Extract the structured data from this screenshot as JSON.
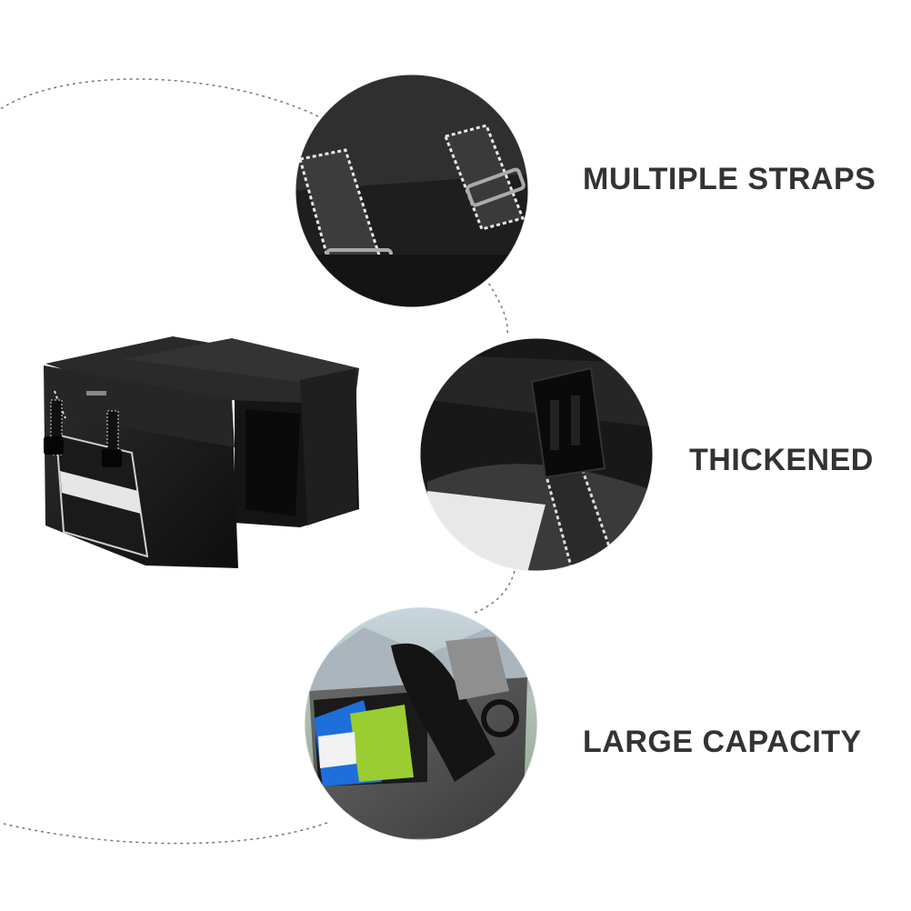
{
  "features": {
    "straps_label": "MULTIPLE STRAPS",
    "thickened_label": "THICKENED",
    "capacity_label": "LARGE CAPACITY"
  },
  "colors": {
    "label_text": "#333333",
    "bag_fabric": "#1c1c1c",
    "reflective": "#e6e6e6",
    "dotted_arc": "#777777"
  }
}
